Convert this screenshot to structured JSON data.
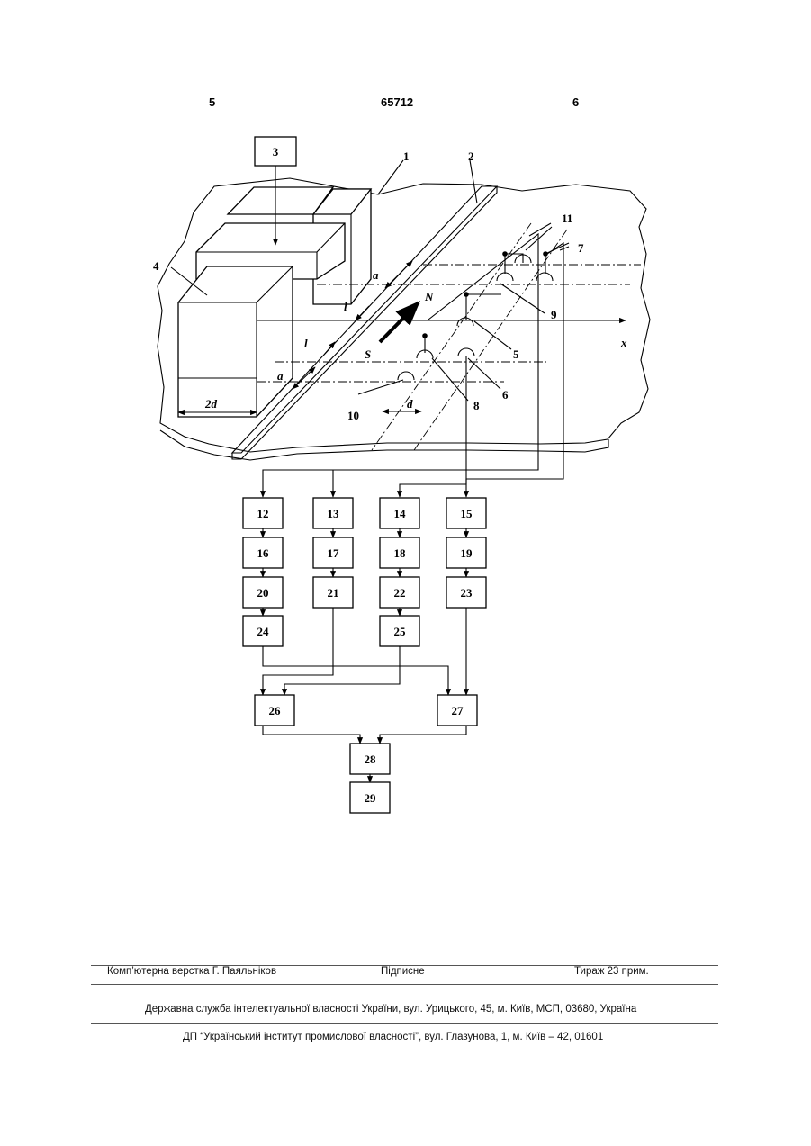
{
  "header": {
    "page_left": "5",
    "patent_number": "65712",
    "page_right": "6"
  },
  "figure": {
    "labels": {
      "l1": "1",
      "l2": "2",
      "l3": "3",
      "l4": "4",
      "l5": "5",
      "l6": "6",
      "l7": "7",
      "l8": "8",
      "l9": "9",
      "l10": "10",
      "l11": "11",
      "sym_a": "a",
      "sym_l": "l",
      "sym_2d": "2d",
      "sym_d": "d",
      "sym_N": "N",
      "sym_S": "S",
      "sym_x": "x"
    },
    "blocks": {
      "b3": "3",
      "b12": "12",
      "b13": "13",
      "b14": "14",
      "b15": "15",
      "b16": "16",
      "b17": "17",
      "b18": "18",
      "b19": "19",
      "b20": "20",
      "b21": "21",
      "b22": "22",
      "b23": "23",
      "b24": "24",
      "b25": "25",
      "b26": "26",
      "b27": "27",
      "b28": "28",
      "b29": "29"
    }
  },
  "footer": {
    "layout_credit": "Комп’ютерна верстка Г. Паяльніков",
    "signed": "Підписне",
    "circulation": "Тираж 23 прим.",
    "service_line": "Державна служба інтелектуальної власності України, вул. Урицького, 45, м. Київ, МСП, 03680, Україна",
    "institute_line": "ДП “Український інститут промислової власності”, вул. Глазунова, 1, м. Київ – 42, 01601"
  }
}
